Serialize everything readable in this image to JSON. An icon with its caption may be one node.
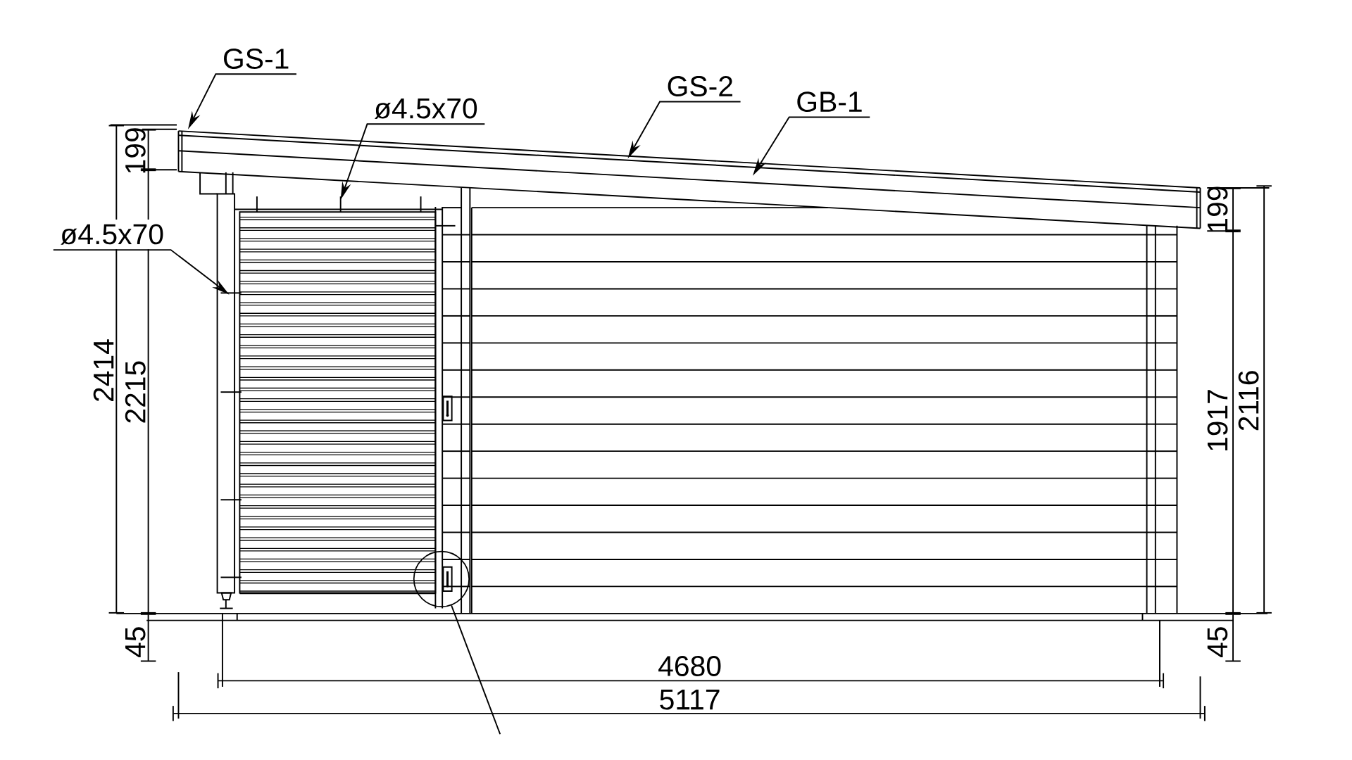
{
  "diagram": {
    "nodes": [
      {
        "text": [
          "GS-1"
        ]
      },
      {
        "text": [
          "GS-2"
        ]
      },
      {
        "text": [
          "GB-1"
        ]
      },
      {
        "text": [
          "ø4.5x70"
        ]
      },
      {
        "text": [
          "ø4.5x70"
        ]
      },
      {
        "text": [],
        "shape": "circle"
      }
    ],
    "edges": [
      {
        "from": 0,
        "to": null,
        "arrow": "to"
      },
      {
        "from": 1,
        "to": null,
        "arrow": "to"
      },
      {
        "from": 2,
        "to": null,
        "arrow": "to"
      },
      {
        "from": 3,
        "to": null,
        "arrow": "to"
      },
      {
        "from": 4,
        "to": null,
        "arrow": "to"
      },
      {
        "from": 5,
        "to": null,
        "arrow": "none"
      }
    ],
    "labels": [
      "199",
      "2414",
      "2215",
      "45",
      "4680",
      "5117",
      "199",
      "1917",
      "2116",
      "45"
    ]
  }
}
